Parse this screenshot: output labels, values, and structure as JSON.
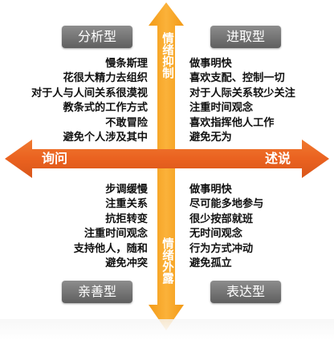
{
  "axes": {
    "top_label": "情绪抑制",
    "bottom_label": "情绪外露",
    "left_label": "询问",
    "right_label": "述说"
  },
  "quadrants": {
    "top_left": {
      "title": "分析型",
      "lines": [
        "慢条斯理",
        "花很大精力去组织",
        "对于人与人间关系很漠视",
        "教条式的工作方式",
        "不敢冒险",
        "避免个人涉及其中"
      ]
    },
    "top_right": {
      "title": "进取型",
      "lines": [
        "做事明快",
        "喜欢支配、控制一切",
        "对于人际关系较少关注",
        "注重时间观念",
        "喜欢指挥他人工作",
        "避免无为"
      ]
    },
    "bottom_left": {
      "title": "亲善型",
      "lines": [
        "步调缓慢",
        "注重关系",
        "抗拒转变",
        "注重时间观念",
        "支持他人，随和",
        "避免冲突"
      ]
    },
    "bottom_right": {
      "title": "表达型",
      "lines": [
        "做事明快",
        "尽可能多地参与",
        "很少按部就班",
        "无时间观念",
        "行为方式冲动",
        "避免孤立"
      ]
    }
  },
  "colors": {
    "vertical_arrow": "#f7a21b",
    "horizontal_arrow": "#ee6a24",
    "badge": "#6f6f6f"
  }
}
